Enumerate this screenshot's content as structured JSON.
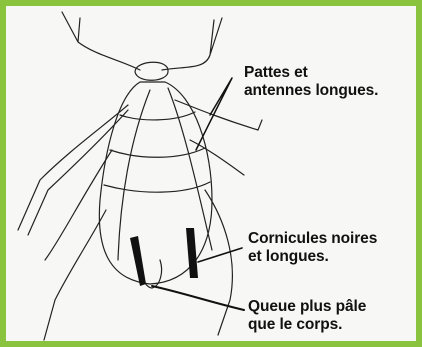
{
  "colors": {
    "frame": "#8ac43f",
    "paper": "#f7f7f5",
    "ink": "#111111",
    "cornicle": "#111111"
  },
  "labels": {
    "legs_antennae": "Pattes et\nantennes longues.",
    "cornicles": "Cornicules noires\net longues.",
    "tail": "Queue plus pâle\nque le corps."
  }
}
